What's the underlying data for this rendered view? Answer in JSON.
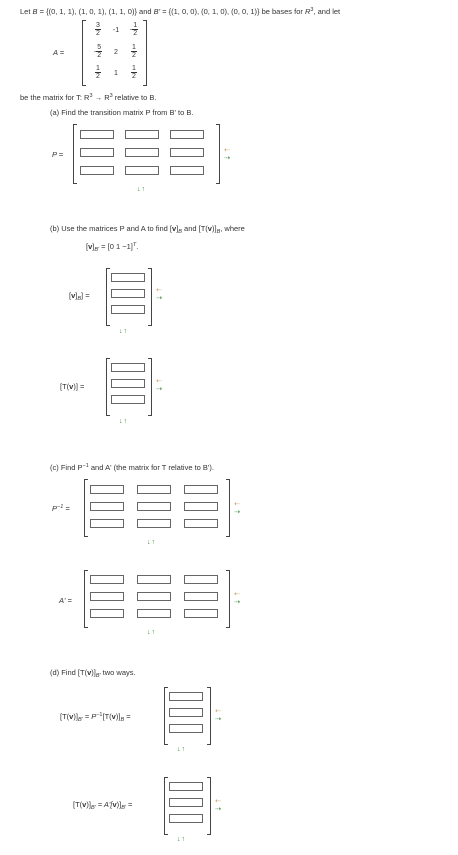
{
  "intro": {
    "line1_pre": "Let ",
    "B_symbol": "B",
    "eq1": " = {(0, 1, 1), (1, 0, 1), (1, 1, 0)} and ",
    "Bp_symbol": "B'",
    "eq2": " = {(1, 0, 0), (0, 1, 0), (0, 0, 1)} be bases for ",
    "R": "R",
    "R_exp": "3",
    "tail": ", and let",
    "A_label": "A =",
    "line2": "be the matrix for  T: R",
    "line2_exp1": "3",
    "line2_arrow": " → R",
    "line2_exp2": "3",
    "line2_tail": " relative to B."
  },
  "matrixA": [
    [
      {
        "sign": "",
        "n": "3",
        "d": "2"
      },
      {
        "text": "-1"
      },
      {
        "sign": "-",
        "n": "1",
        "d": "2"
      }
    ],
    [
      {
        "sign": "-",
        "n": "5",
        "d": "2"
      },
      {
        "text": "2"
      },
      {
        "sign": "",
        "n": "1",
        "d": "2"
      }
    ],
    [
      {
        "sign": "",
        "n": "1",
        "d": "2"
      },
      {
        "text": "1"
      },
      {
        "sign": "",
        "n": "1",
        "d": "2"
      }
    ]
  ],
  "partA": {
    "label": "(a) Find the transition matrix P from B' to B.",
    "P_label": "P ="
  },
  "partB": {
    "label_pre": "(b) Use the matrices P and A to find [",
    "v": "v",
    "label_mid": "]",
    "sub_B": "B",
    "label_and": " and [T(",
    "label_mid2": ")]",
    "label_tail": ", where",
    "given_pre": "[",
    "given_mid": "]",
    "sub_Bp": "B'",
    "given_val": " = [0  1  −1]",
    "given_T": "T",
    "given_end": ".",
    "vB_label_pre": "[",
    "vB_label_post": "] =",
    "TvB_label_pre": "[T(",
    "TvB_label_post": ")] ="
  },
  "partC": {
    "label_pre": "(c) Find P",
    "label_exp": "−1",
    "label_tail": " and A' (the matrix for T relative to B').",
    "Pinv_label": "P",
    "Pinv_exp": "−1",
    "Pinv_eq": " =",
    "Ap_label": "A' ="
  },
  "partD": {
    "label_pre": "(d) Find [T(",
    "label_mid": ")]",
    "label_tail": " two ways.",
    "eq1_pre": "[T(",
    "eq1_mid": ")]",
    "eq1_rhs_pre": " = P",
    "eq1_rhs_exp": "−1",
    "eq1_rhs_tail": "[T(",
    "eq1_rhs_end": ")]",
    "eq1_end": " =",
    "eq2_pre": "[T(",
    "eq2_mid": ")]",
    "eq2_rhs": " = A'[",
    "eq2_end": "] ="
  },
  "icons": {
    "left_arrow": "⇠",
    "right_arrow": "⇢",
    "down_arrow": "↓",
    "up_arrow": "↑"
  },
  "colors": {
    "arrow_tan": "#c8a26b",
    "arrow_green": "#3c8c3c"
  }
}
